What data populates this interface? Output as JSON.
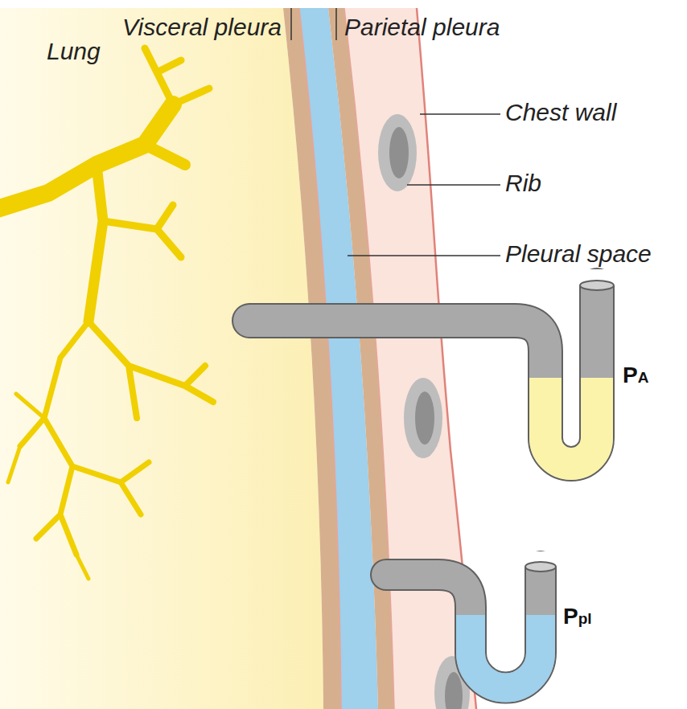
{
  "diagram": {
    "labels": [
      "Visceral pleura",
      "Parietal pleura",
      "Lung",
      "Chest wall",
      "Rib",
      "Pleural space",
      "PA",
      "Ppl"
    ]
  }
}
